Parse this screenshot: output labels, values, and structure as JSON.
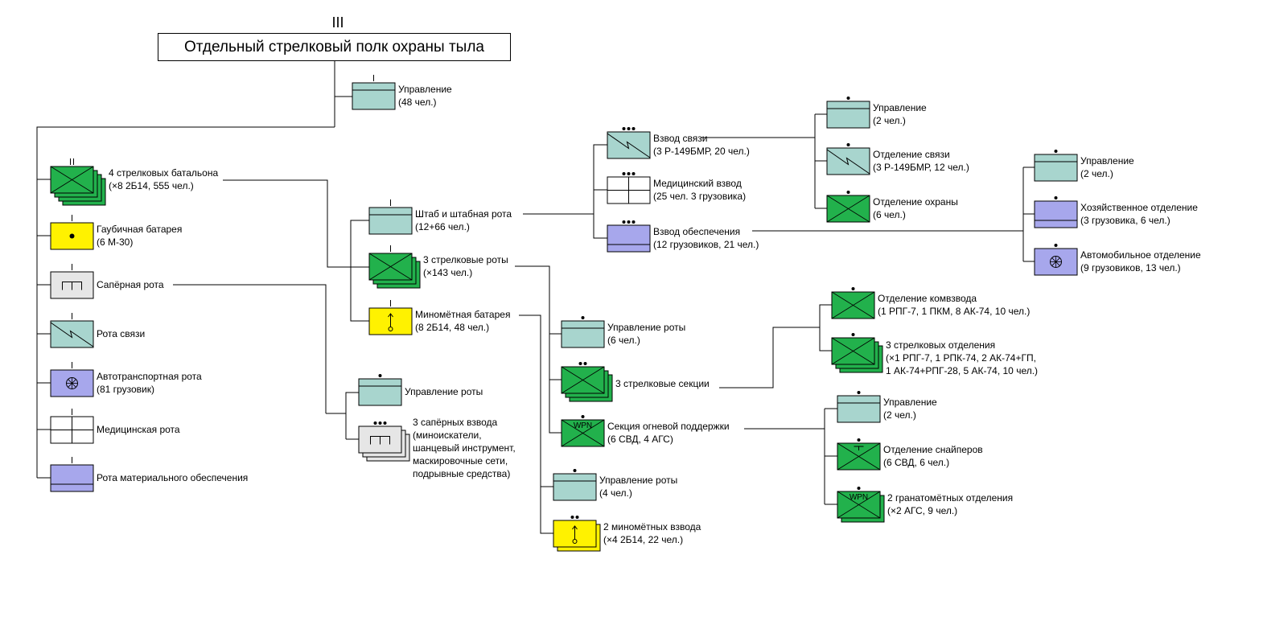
{
  "colors": {
    "infantry": "#22b14c",
    "hq": "#a8d5ce",
    "artillery": "#fff200",
    "engineer": "#e6e6e6",
    "supply": "#a7a7ec",
    "medical": "#ffffff",
    "line": "#000000"
  },
  "root": {
    "echelon": "III",
    "title": "Отдельный стрелковый полк охраны тыла"
  },
  "nodes": [
    {
      "id": "reg-hq",
      "type": "hq",
      "echelon": "I",
      "line1": "Управление",
      "line2": "(48 чел.)"
    },
    {
      "id": "bn-inf",
      "type": "infantry",
      "echelon": "II",
      "stack": 3,
      "line1": "4 стрелковых батальона",
      "line2": "(×8 2Б14, 555 чел.)"
    },
    {
      "id": "howitzer-bty",
      "type": "howitzer",
      "echelon": "I",
      "line1": "Гаубичная батарея",
      "line2": "(6 М-30)"
    },
    {
      "id": "sapper-co",
      "type": "engineer",
      "echelon": "I",
      "line1": "Сапёрная рота",
      "line2": ""
    },
    {
      "id": "signal-co",
      "type": "signal",
      "echelon": "I",
      "line1": "Рота связи",
      "line2": ""
    },
    {
      "id": "motor-co",
      "type": "motor",
      "echelon": "I",
      "line1": "Автотранспортная рота",
      "line2": "(81 грузовик)"
    },
    {
      "id": "medical-co",
      "type": "medical",
      "echelon": "I",
      "line1": "Медицинская рота",
      "line2": ""
    },
    {
      "id": "supply-co",
      "type": "supply",
      "echelon": "I",
      "line1": "Рота материального обеспечения",
      "line2": ""
    },
    {
      "id": "bn-hq-co",
      "type": "hq",
      "echelon": "I",
      "line1": "Штаб и штабная рота",
      "line2": "(12+66 чел.)"
    },
    {
      "id": "bn-rifle-cos",
      "type": "infantry",
      "echelon": "I",
      "stack": 2,
      "line1": "3 стрелковые роты",
      "line2": "(×143 чел.)"
    },
    {
      "id": "bn-mortar-bty",
      "type": "mortar",
      "echelon": "I",
      "line1": "Миномётная батарея",
      "line2": "(8 2Б14, 48 чел.)"
    },
    {
      "id": "sap-hq",
      "type": "hq",
      "echelon": "•",
      "line1": "Управление роты",
      "line2": ""
    },
    {
      "id": "sap-plts",
      "type": "engineer",
      "echelon": "•••",
      "stack": 2,
      "line1": "3 сапёрных взвода",
      "line2": "(миноискатели,",
      "line3": "шанцевый инструмент,",
      "line4": "маскировочные сети,",
      "line5": "подрывные средства)"
    },
    {
      "id": "sig-plt",
      "type": "signal",
      "echelon": "•••",
      "line1": "Взвод связи",
      "line2": "(3 Р-149БМР, 20 чел.)"
    },
    {
      "id": "med-plt",
      "type": "medical",
      "echelon": "•••",
      "line1": "Медицинский взвод",
      "line2": "(25 чел. 3 грузовика)"
    },
    {
      "id": "sup-plt",
      "type": "supply",
      "echelon": "•••",
      "line1": "Взвод обеспечения",
      "line2": "(12 грузовиков, 21 чел.)"
    },
    {
      "id": "sig-hq",
      "type": "hq",
      "echelon": "•",
      "line1": "Управление",
      "line2": "(2 чел.)"
    },
    {
      "id": "sig-sec",
      "type": "signal",
      "echelon": "•",
      "line1": "Отделение связи",
      "line2": "(3 Р-149БМР, 12 чел.)"
    },
    {
      "id": "guard-sec",
      "type": "infantry",
      "echelon": "•",
      "line1": "Отделение охраны",
      "line2": "(6 чел.)"
    },
    {
      "id": "sup-hq",
      "type": "hq",
      "echelon": "•",
      "line1": "Управление",
      "line2": "(2 чел.)"
    },
    {
      "id": "sup-house",
      "type": "supply",
      "echelon": "•",
      "line1": "Хозяйственное отделение",
      "line2": "(3 грузовика, 6 чел.)"
    },
    {
      "id": "sup-auto",
      "type": "motor",
      "echelon": "•",
      "line1": "Автомобильное отделение",
      "line2": "(9 грузовиков, 13 чел.)"
    },
    {
      "id": "co-hq",
      "type": "hq",
      "echelon": "•",
      "line1": "Управление роты",
      "line2": "(6 чел.)"
    },
    {
      "id": "co-plts",
      "type": "infantry",
      "echelon": "••",
      "stack": 2,
      "line1": "3 стрелковые секции",
      "line2": ""
    },
    {
      "id": "co-wpn",
      "type": "wpn",
      "echelon": "•",
      "line1": "Секция огневой поддержки",
      "line2": "(6 СВД, 4 АГС)"
    },
    {
      "id": "plt-cmd",
      "type": "infantry",
      "echelon": "•",
      "line1": "Отделение комвзвода",
      "line2": "(1 РПГ-7, 1 ПКМ, 8 АК-74, 10 чел.)"
    },
    {
      "id": "plt-sqds",
      "type": "infantry",
      "echelon": "•",
      "stack": 2,
      "line1": "3 стрелковых отделения",
      "line2": "(×1 РПГ-7, 1 РПК-74, 2 АК-74+ГП,",
      "line3": "1 АК-74+РПГ-28, 5 АК-74, 10 чел.)"
    },
    {
      "id": "wpn-hq",
      "type": "hq",
      "echelon": "•",
      "line1": "Управление",
      "line2": "(2 чел.)"
    },
    {
      "id": "wpn-sniper",
      "type": "sniper",
      "echelon": "•",
      "line1": "Отделение снайперов",
      "line2": "(6 СВД, 6 чел.)"
    },
    {
      "id": "wpn-gl",
      "type": "wpn",
      "echelon": "•",
      "stack": 1,
      "line1": "2 гранатомётных отделения",
      "line2": "(×2 АГС, 9 чел.)"
    },
    {
      "id": "mb-hq",
      "type": "hq",
      "echelon": "•",
      "line1": "Управление роты",
      "line2": "(4 чел.)"
    },
    {
      "id": "mb-plts",
      "type": "mortar",
      "echelon": "••",
      "stack": 1,
      "line1": "2 миномётных взвода",
      "line2": "(×4 2Б14, 22 чел.)"
    }
  ],
  "symbols": {
    "wpn_text": "WPN"
  }
}
